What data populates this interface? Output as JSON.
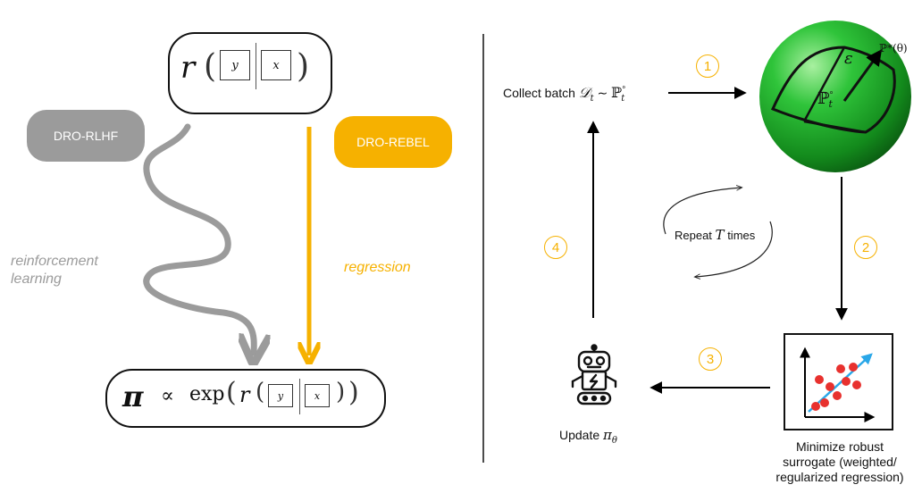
{
  "left": {
    "top_formula": {
      "r": "r",
      "y": "y",
      "x": "x"
    },
    "dro_rlhf": "DRO-RLHF",
    "dro_rebel": "DRO-REBEL",
    "rl_label_line1": "reinforcement",
    "rl_label_line2": "learning",
    "regression_label": "regression",
    "bottom_formula": {
      "pi": "π",
      "propto": "∝",
      "exp": "exp",
      "r": "r",
      "y": "y",
      "x": "x"
    }
  },
  "right": {
    "collect_prefix": "Collect batch",
    "collect_D": "𝒟",
    "collect_t": "t",
    "collect_sim": "∼",
    "collect_P": "ℙ",
    "collect_star": "°",
    "step1": "1",
    "step2": "2",
    "step3": "3",
    "step4": "4",
    "repeat_prefix": "Repeat",
    "repeat_T": "T",
    "repeat_suffix": "times",
    "update_prefix": "Update",
    "update_pi": "π",
    "update_theta": "θ",
    "minimize_line1": "Minimize robust",
    "minimize_line2": "surrogate (weighted/",
    "minimize_line3": "regularized regression)",
    "sphere_epsilon": "ε",
    "sphere_pstar": "ℙ*(θ)",
    "sphere_pt": "ℙ",
    "sphere_pt_sub": "t",
    "sphere_pt_sup": "°"
  },
  "colors": {
    "gray": "#9B9B9B",
    "orange": "#F6B100",
    "green": "#1DA32A",
    "red": "#E8312E",
    "blue": "#2AA7E8"
  }
}
